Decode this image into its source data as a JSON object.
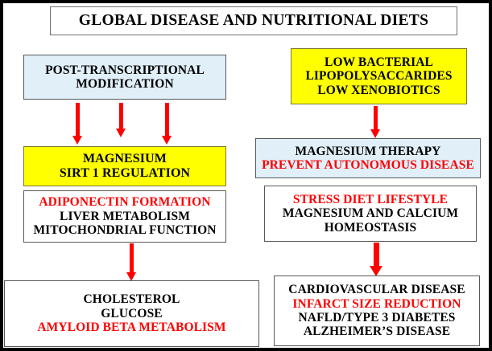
{
  "title": {
    "text": "GLOBAL DISEASE AND NUTRITIONAL DIETS"
  },
  "colors": {
    "highlight_yellow": "#ffff00",
    "panel_blue": "#e0eff8",
    "accent_red": "#ff0000",
    "text_black": "#000000",
    "frame_black": "#000000",
    "box_border_gray": "#595959"
  },
  "boxes": {
    "post_transcriptional": {
      "lines": [
        "POST-TRANSCRIPTIONAL",
        "MODIFICATION"
      ],
      "fill": "blue"
    },
    "low_bacterial": {
      "lines": [
        "LOW BACTERIAL",
        "LIPOPOLYSACCARIDES",
        "LOW XENOBIOTICS"
      ],
      "fill": "yellow"
    },
    "magnesium_sirt": {
      "lines": [
        "MAGNESIUM",
        "SIRT 1 REGULATION"
      ],
      "fill": "yellow"
    },
    "magnesium_therapy": {
      "lines": [
        "MAGNESIUM THERAPY",
        "PREVENT AUTONOMOUS DISEASE"
      ],
      "fill": "blue"
    },
    "adiponectin": {
      "lines": [
        "ADIPONECTIN FORMATION",
        "LIVER METABOLISM",
        "MITOCHONDRIAL FUNCTION"
      ],
      "fill": "white"
    },
    "stress_diet": {
      "lines": [
        "STRESS DIET LIFESTYLE",
        "MAGNESIUM AND CALCIUM",
        "HOMEOSTASIS"
      ],
      "fill": "white"
    },
    "cholesterol": {
      "lines": [
        "CHOLESTEROL",
        "GLUCOSE",
        "AMYLOID BETA METABOLISM"
      ],
      "fill": "white"
    },
    "cardiovascular": {
      "lines": [
        "CARDIOVASCULAR DISEASE",
        "INFARCT SIZE REDUCTION",
        "NAFLD/TYPE 3 DIABETES",
        "ALZHEIMER’S DISEASE"
      ],
      "fill": "white"
    }
  },
  "arrows": [
    {
      "name": "arrow-post-to-magnesium-left"
    },
    {
      "name": "arrow-post-to-magnesium-center"
    },
    {
      "name": "arrow-post-to-magnesium-right"
    },
    {
      "name": "arrow-lps-to-magnesium-therapy"
    },
    {
      "name": "arrow-adiponectin-to-cholesterol"
    },
    {
      "name": "arrow-stress-to-cardiovascular"
    }
  ]
}
